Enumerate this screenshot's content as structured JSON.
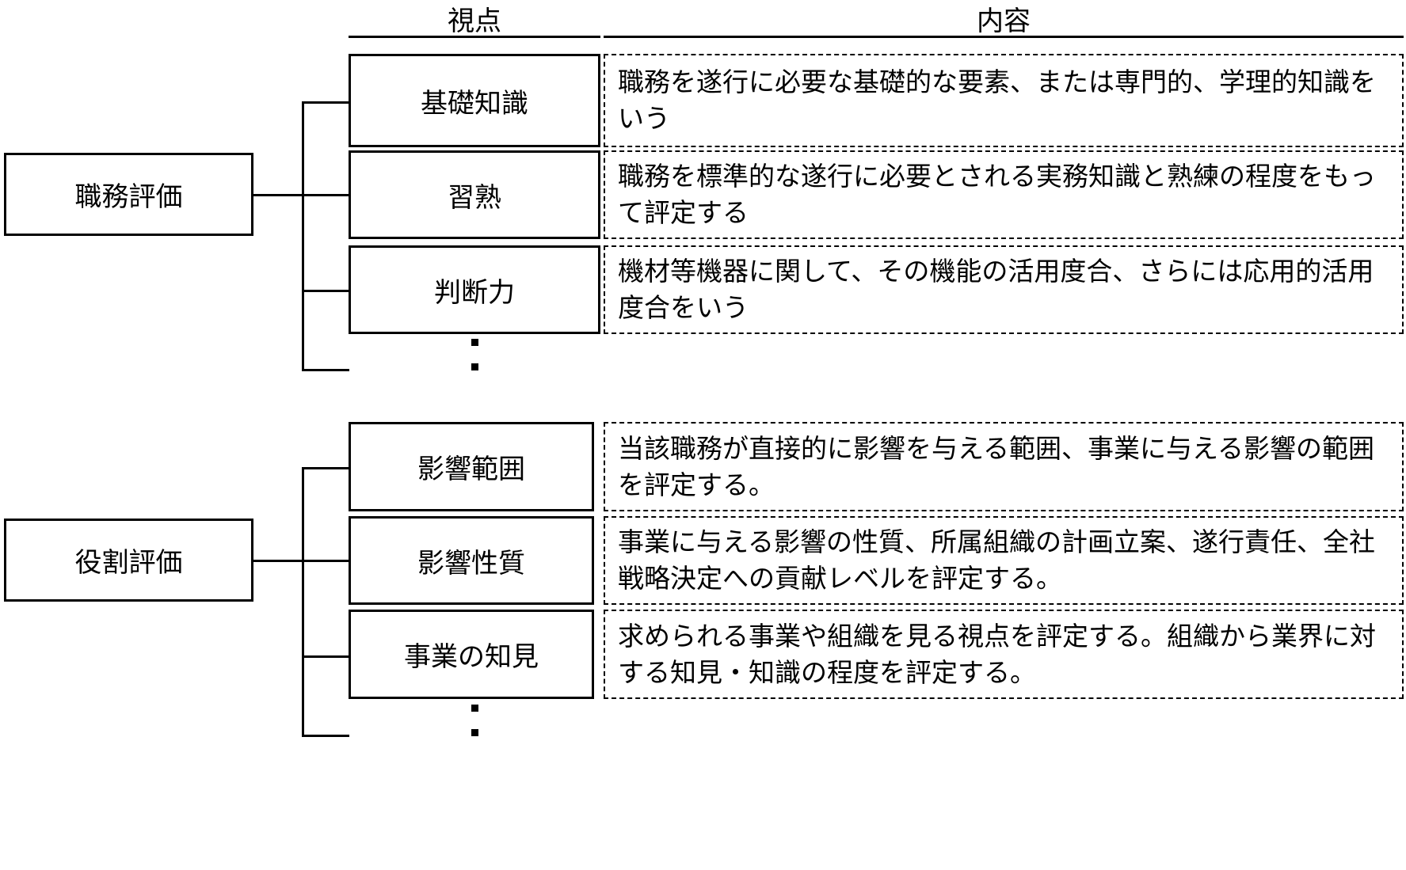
{
  "headers": {
    "viewpoint": "視点",
    "content": "内容"
  },
  "sections": [
    {
      "root_label": "職務評価",
      "rows": [
        {
          "viewpoint": "基礎知識",
          "content": "職務を遂行に必要な基礎的な要素、または専門的、学理的知識をいう"
        },
        {
          "viewpoint": "習熟",
          "content": "職務を標準的な遂行に必要とされる実務知識と熟練の程度をもって評定する"
        },
        {
          "viewpoint": "判断力",
          "content": "機材等機器に関して、その機能の活用度合、さらには応用的活用度合をいう"
        }
      ],
      "continuation": "⋮"
    },
    {
      "root_label": "役割評価",
      "rows": [
        {
          "viewpoint": "影響範囲",
          "content": "当該職務が直接的に影響を与える範囲、事業に与える影響の範囲を評定する。"
        },
        {
          "viewpoint": "影響性質",
          "content": "事業に与える影響の性質、所属組織の計画立案、遂行責任、全社戦略決定への貢献レベルを評定する。"
        },
        {
          "viewpoint": "事業の知見",
          "content": "求められる事業や組織を見る視点を評定する。組織から業界に対する知見・知識の程度を評定する。"
        }
      ],
      "continuation": "⋮"
    }
  ],
  "colors": {
    "line": "#000000",
    "background": "#ffffff",
    "text": "#000000"
  }
}
